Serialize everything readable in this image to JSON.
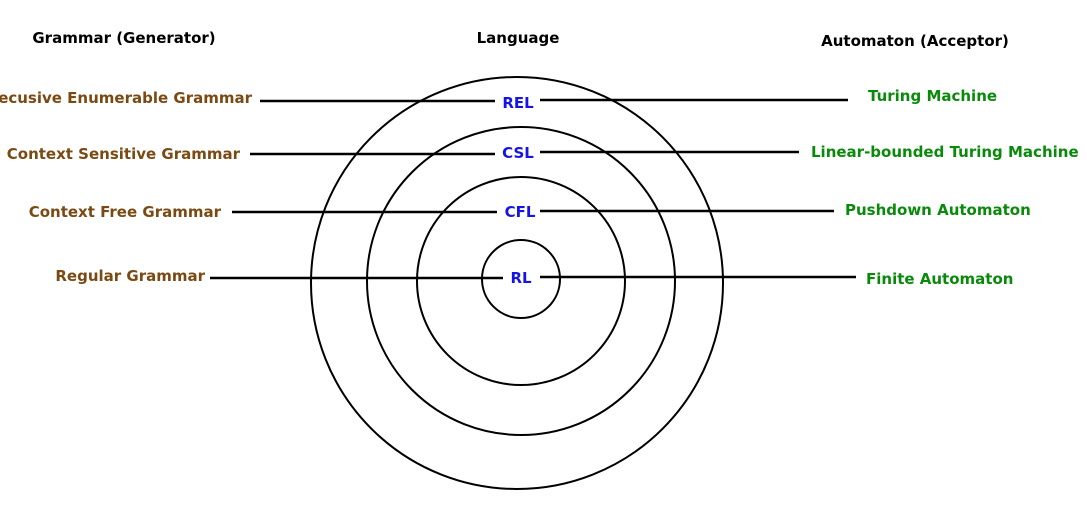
{
  "headers": {
    "grammar": "Grammar (Generator)",
    "language": "Language",
    "automaton": "Automaton (Acceptor)"
  },
  "levels": [
    {
      "grammar": "Recusive Enumerable Grammar",
      "language": "REL",
      "automaton": "Turing Machine"
    },
    {
      "grammar": "Context Sensitive Grammar",
      "language": "CSL",
      "automaton": "Linear-bounded Turing Machine"
    },
    {
      "grammar": "Context Free Grammar",
      "language": "CFL",
      "automaton": "Pushdown Automaton"
    },
    {
      "grammar": "Regular Grammar",
      "language": "RL",
      "automaton": "Finite Automaton"
    }
  ],
  "colors": {
    "grammar": "#7a4a12",
    "language": "#1414e6",
    "automaton": "#0a8a0a"
  }
}
